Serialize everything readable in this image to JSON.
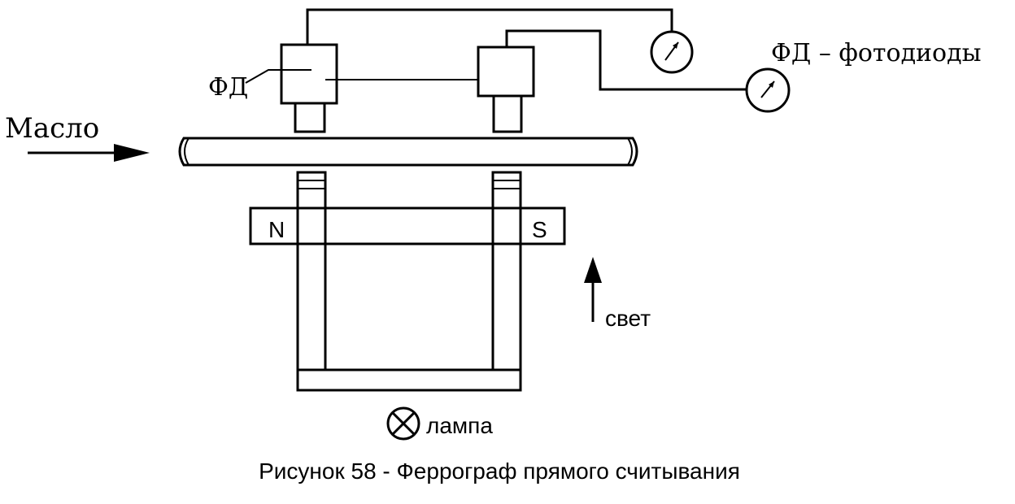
{
  "labels": {
    "oil": "Масло",
    "photodiode_short": "ФД",
    "photodiode_legend": "ФД – фотодиоды",
    "north": "N",
    "south": "S",
    "light": "свет",
    "lamp": "лампа"
  },
  "caption": "Рисунок 58 - Феррограф прямого считывания"
}
